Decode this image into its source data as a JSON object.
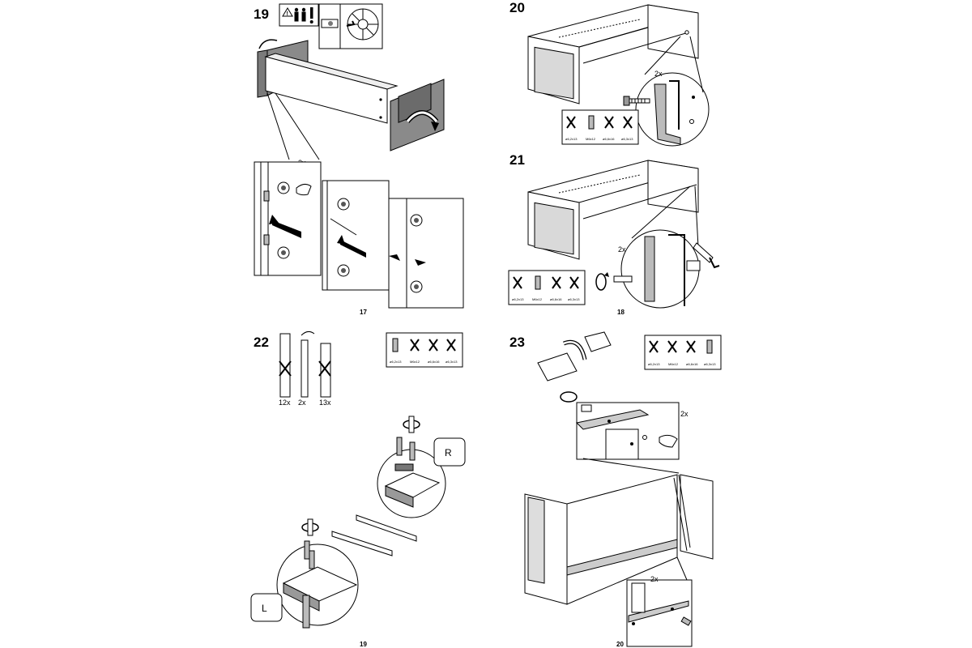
{
  "page_left": {
    "page_number": "19",
    "steps": [
      {
        "number": "19",
        "qty": "2x",
        "sub_page": "17"
      },
      {
        "number": "22",
        "counts": [
          "12x",
          "2x",
          "13x"
        ],
        "side_right": "R",
        "side_left": "L",
        "screws": [
          "ø6,2x13",
          "M6x12",
          "ø6,6x16",
          "ø6,3x13"
        ]
      }
    ]
  },
  "page_right": {
    "page_number": "20",
    "steps": [
      {
        "number": "20",
        "qty": "2x",
        "screws": [
          "ø6,2x13",
          "M6x12",
          "ø6,6x16",
          "ø6,3x13"
        ]
      },
      {
        "number": "21",
        "qty": "2x",
        "sub_page": "18",
        "screws": [
          "ø6,2x13",
          "M6x12",
          "ø6,6x16",
          "ø6,3x13"
        ]
      },
      {
        "number": "23",
        "qty_top": "2x",
        "qty_bottom": "2x",
        "screws": [
          "ø6,2x13",
          "M6x12",
          "ø6,6x16",
          "ø6,3x13"
        ]
      }
    ]
  },
  "icons": [
    "two-person-warning-icon",
    "hand-pointer-icon",
    "screwdriver-icon",
    "hex-key-icon",
    "rotate-arrow-icon"
  ]
}
